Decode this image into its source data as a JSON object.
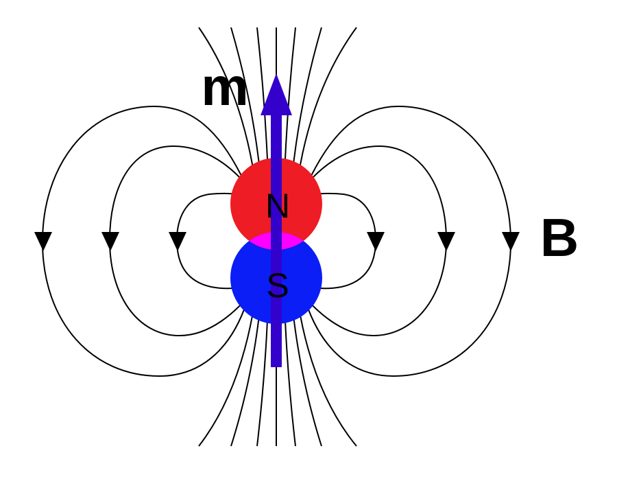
{
  "labels": {
    "moment": "m",
    "field": "B",
    "north": "N",
    "south": "S"
  },
  "colors": {
    "north_pole": "#ee1c24",
    "south_pole": "#0a1ef5",
    "overlap": "#ff00ff",
    "moment_arrow": "#3300cc",
    "field_lines": "#000000",
    "background": "#ffffff"
  }
}
